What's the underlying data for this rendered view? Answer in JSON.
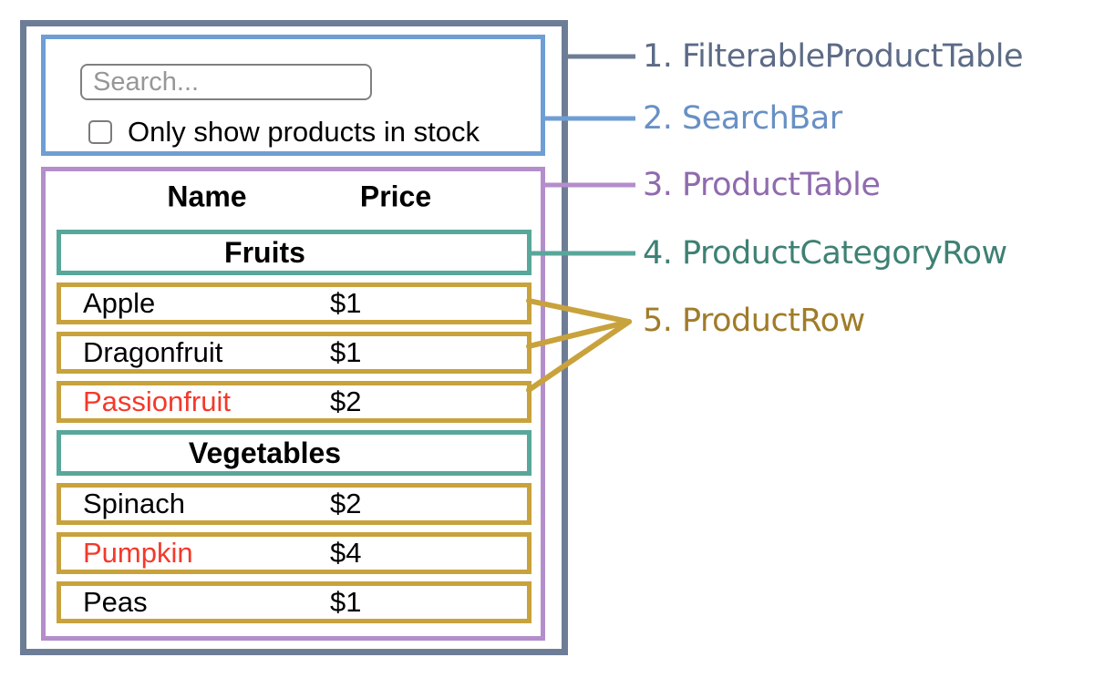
{
  "diagram": {
    "search": {
      "placeholder": "Search...",
      "checkbox_label": "Only show products in stock"
    },
    "table": {
      "headers": [
        "Name",
        "Price"
      ],
      "sections": [
        {
          "category": "Fruits",
          "rows": [
            {
              "name": "Apple",
              "price": "$1",
              "out_of_stock": false
            },
            {
              "name": "Dragonfruit",
              "price": "$1",
              "out_of_stock": false
            },
            {
              "name": "Passionfruit",
              "price": "$2",
              "out_of_stock": true
            }
          ]
        },
        {
          "category": "Vegetables",
          "rows": [
            {
              "name": "Spinach",
              "price": "$2",
              "out_of_stock": false
            },
            {
              "name": "Pumpkin",
              "price": "$4",
              "out_of_stock": true
            },
            {
              "name": "Peas",
              "price": "$1",
              "out_of_stock": false
            }
          ]
        }
      ]
    },
    "labels": [
      {
        "text": "1. FilterableProductTable",
        "text_color": "#5c6b86",
        "line_color": "#6e7d96"
      },
      {
        "text": "2. SearchBar",
        "text_color": "#6890c5",
        "line_color": "#6f9ed4"
      },
      {
        "text": "3. ProductTable",
        "text_color": "#8f6bae",
        "line_color": "#b48ecb"
      },
      {
        "text": "4. ProductCategoryRow",
        "text_color": "#3e8174",
        "line_color": "#57a79a"
      },
      {
        "text": "5. ProductRow",
        "text_color": "#a07c29",
        "line_color": "#c8a23c"
      }
    ],
    "colors": {
      "outer_border": "#6e7d96",
      "searchbar_border": "#6f9ed4",
      "product_table_border": "#b48ecb",
      "category_border": "#57a79a",
      "row_border": "#c8a23c",
      "out_of_stock_text": "#f4392b",
      "input_border": "#808080",
      "placeholder_text": "#979797"
    }
  }
}
